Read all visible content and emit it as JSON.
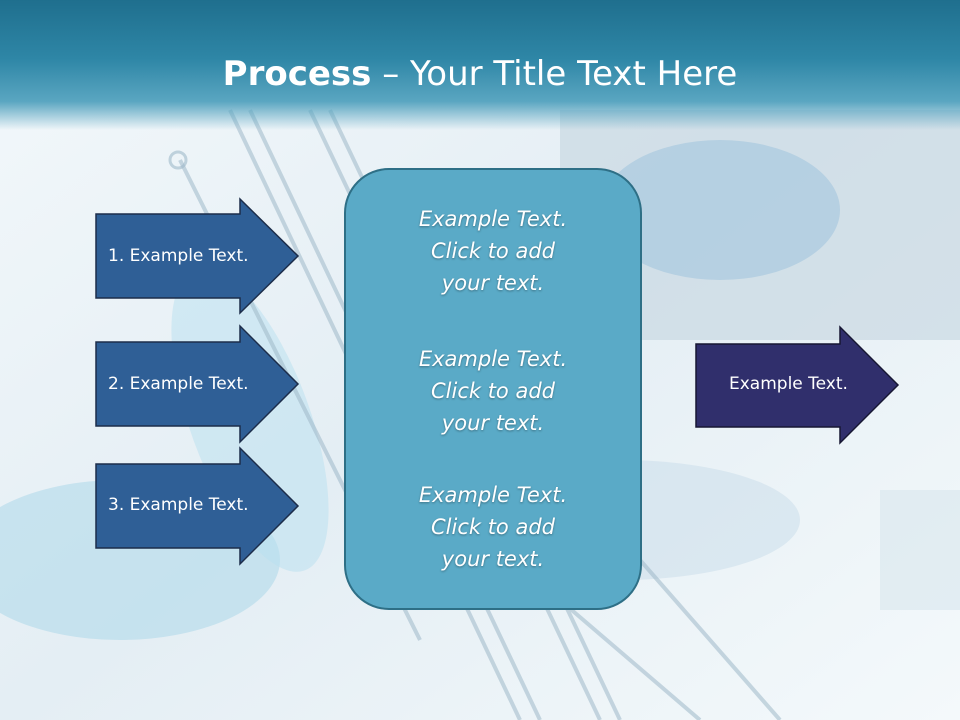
{
  "title": {
    "bold": "Process",
    "dash": " – ",
    "rest": "Your Title Text Here"
  },
  "left_arrows": [
    {
      "label": "1. Example Text."
    },
    {
      "label": "2. Example Text."
    },
    {
      "label": "3. Example Text."
    }
  ],
  "center_box": {
    "paragraphs": [
      "Example Text.\nClick  to add\nyour text.",
      "Example Text.\nClick  to add\nyour text.",
      "Example Text.\nClick  to add\nyour text."
    ]
  },
  "right_arrow": {
    "label": "Example Text."
  },
  "colors": {
    "title_band": "#2e86a6",
    "left_arrow_fill": "#2f5f96",
    "right_arrow_fill": "#302f6c",
    "center_box_fill": "#5aaac7",
    "center_box_border": "#2e6f86"
  }
}
